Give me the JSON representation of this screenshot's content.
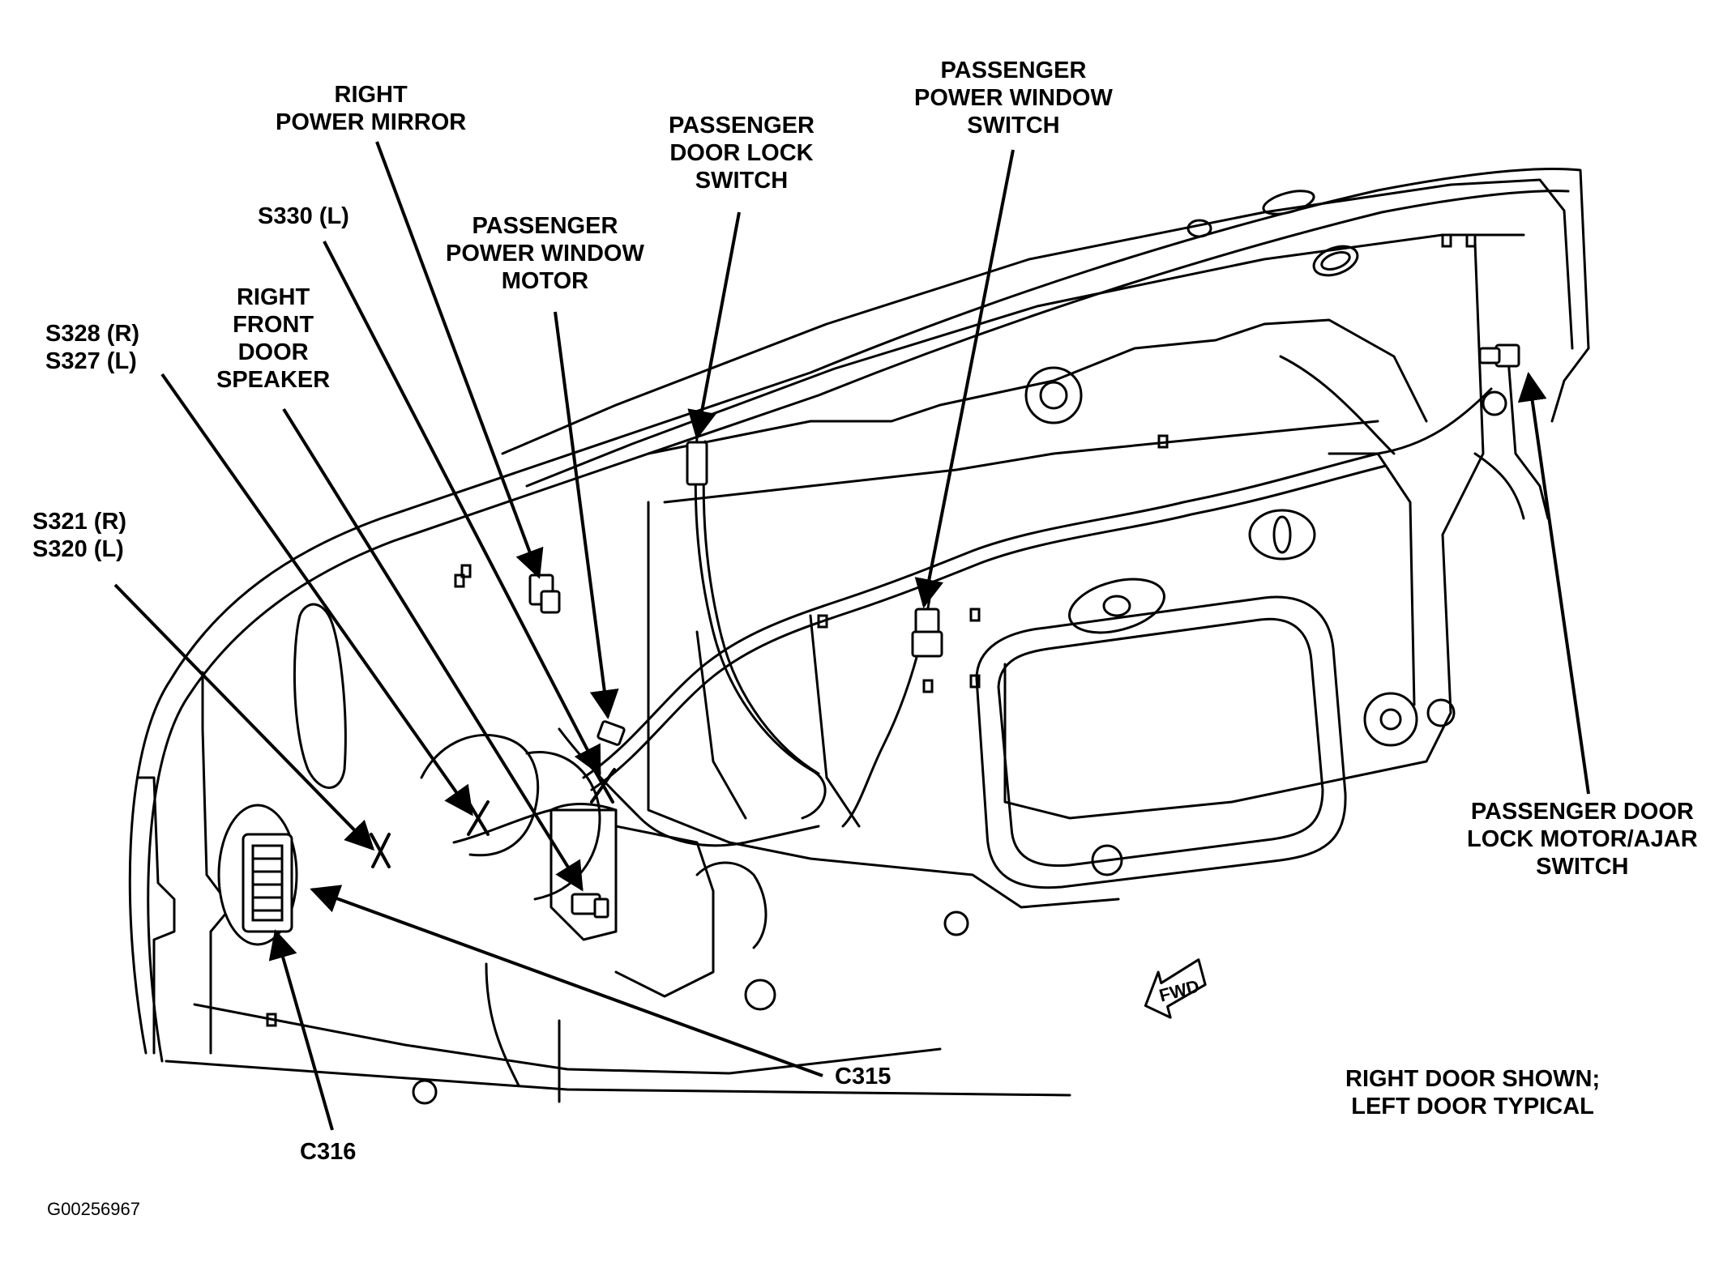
{
  "callouts": {
    "right_power_mirror": [
      "RIGHT",
      "POWER MIRROR"
    ],
    "s330": [
      "S330 (L)"
    ],
    "passenger_power_window_motor": [
      "PASSENGER",
      "POWER WINDOW",
      "MOTOR"
    ],
    "passenger_door_lock_switch": [
      "PASSENGER",
      "DOOR LOCK",
      "SWITCH"
    ],
    "passenger_power_window_switch": [
      "PASSENGER",
      "POWER WINDOW",
      "SWITCH"
    ],
    "right_front_door_speaker": [
      "RIGHT",
      "FRONT",
      "DOOR",
      "SPEAKER"
    ],
    "s328_s327": [
      "S328 (R)",
      "S327 (L)"
    ],
    "s321_s320": [
      "S321 (R)",
      "S320 (L)"
    ],
    "passenger_door_lock_motor_ajar_switch": [
      "PASSENGER DOOR",
      "LOCK MOTOR/AJAR",
      "SWITCH"
    ],
    "c315": [
      "C315"
    ],
    "c316": [
      "C316"
    ],
    "note": [
      "RIGHT DOOR SHOWN;",
      "LEFT DOOR TYPICAL"
    ]
  },
  "fwd_label": "FWD",
  "figure_id": "G00256967",
  "colors": {
    "ink": "#000000",
    "paper": "#ffffff"
  }
}
